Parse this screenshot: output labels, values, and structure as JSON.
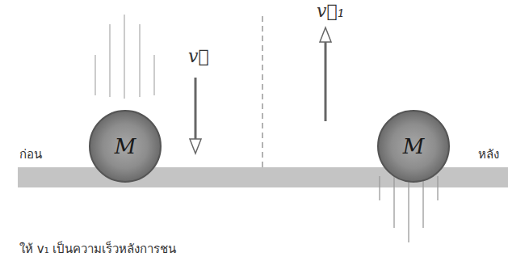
{
  "diagram": {
    "nodes": [
      {
        "text": [
          "M"
        ]
      },
      {
        "text": [
          "M"
        ]
      }
    ],
    "labels": [
      "ก่อน",
      "หลัง",
      "v⃗",
      "v⃗₁",
      "ให้ v₁ เป็นความเร็วหลังการชน"
    ]
  }
}
